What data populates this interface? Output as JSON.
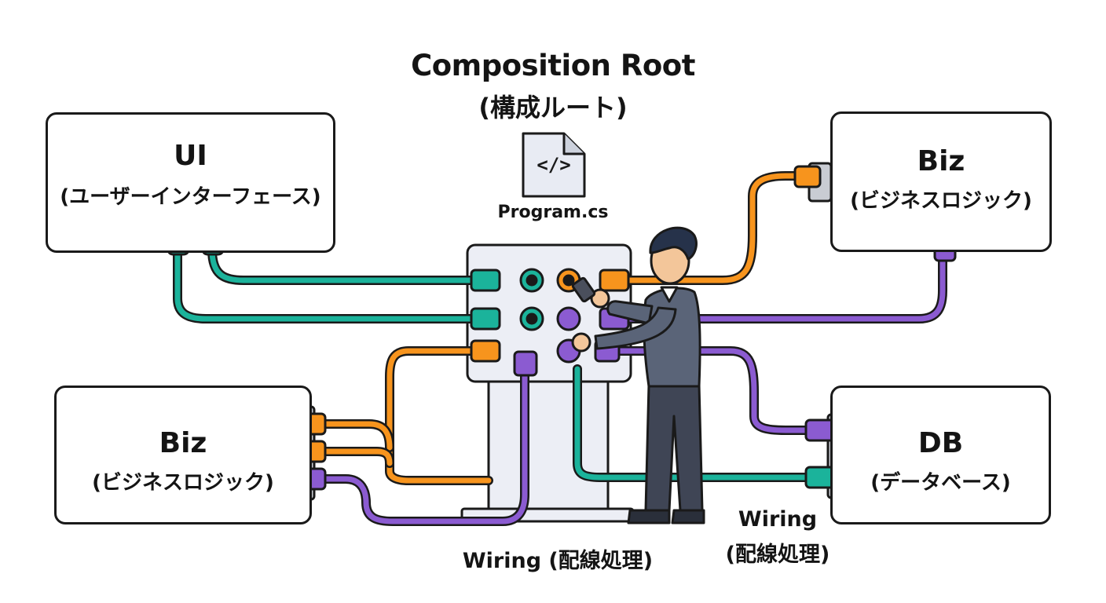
{
  "title": {
    "line1": "Composition Root",
    "line2": "(構成ルート)"
  },
  "file": {
    "icon": "code-file-icon",
    "glyph": "</>",
    "label": "Program.cs"
  },
  "boxes": {
    "ui": {
      "name": "UI",
      "sub": "(ユーザーインターフェース)"
    },
    "biz_top": {
      "name": "Biz",
      "sub": "(ビジネスロジック)"
    },
    "biz_left": {
      "name": "Biz",
      "sub": "(ビジネスロジック)"
    },
    "db": {
      "name": "DB",
      "sub": "(データベース)"
    }
  },
  "labels": {
    "wiring_center": "Wiring (配線処理)",
    "wiring_right_1": "Wiring",
    "wiring_right_2": "(配線処理)"
  },
  "colors": {
    "teal": "#1bb39b",
    "orange": "#f7941d",
    "purple": "#8b5bd1",
    "outline": "#1a1a1a",
    "panel": "#eceef5",
    "suit": "#5a6478",
    "pants": "#3f4555"
  }
}
